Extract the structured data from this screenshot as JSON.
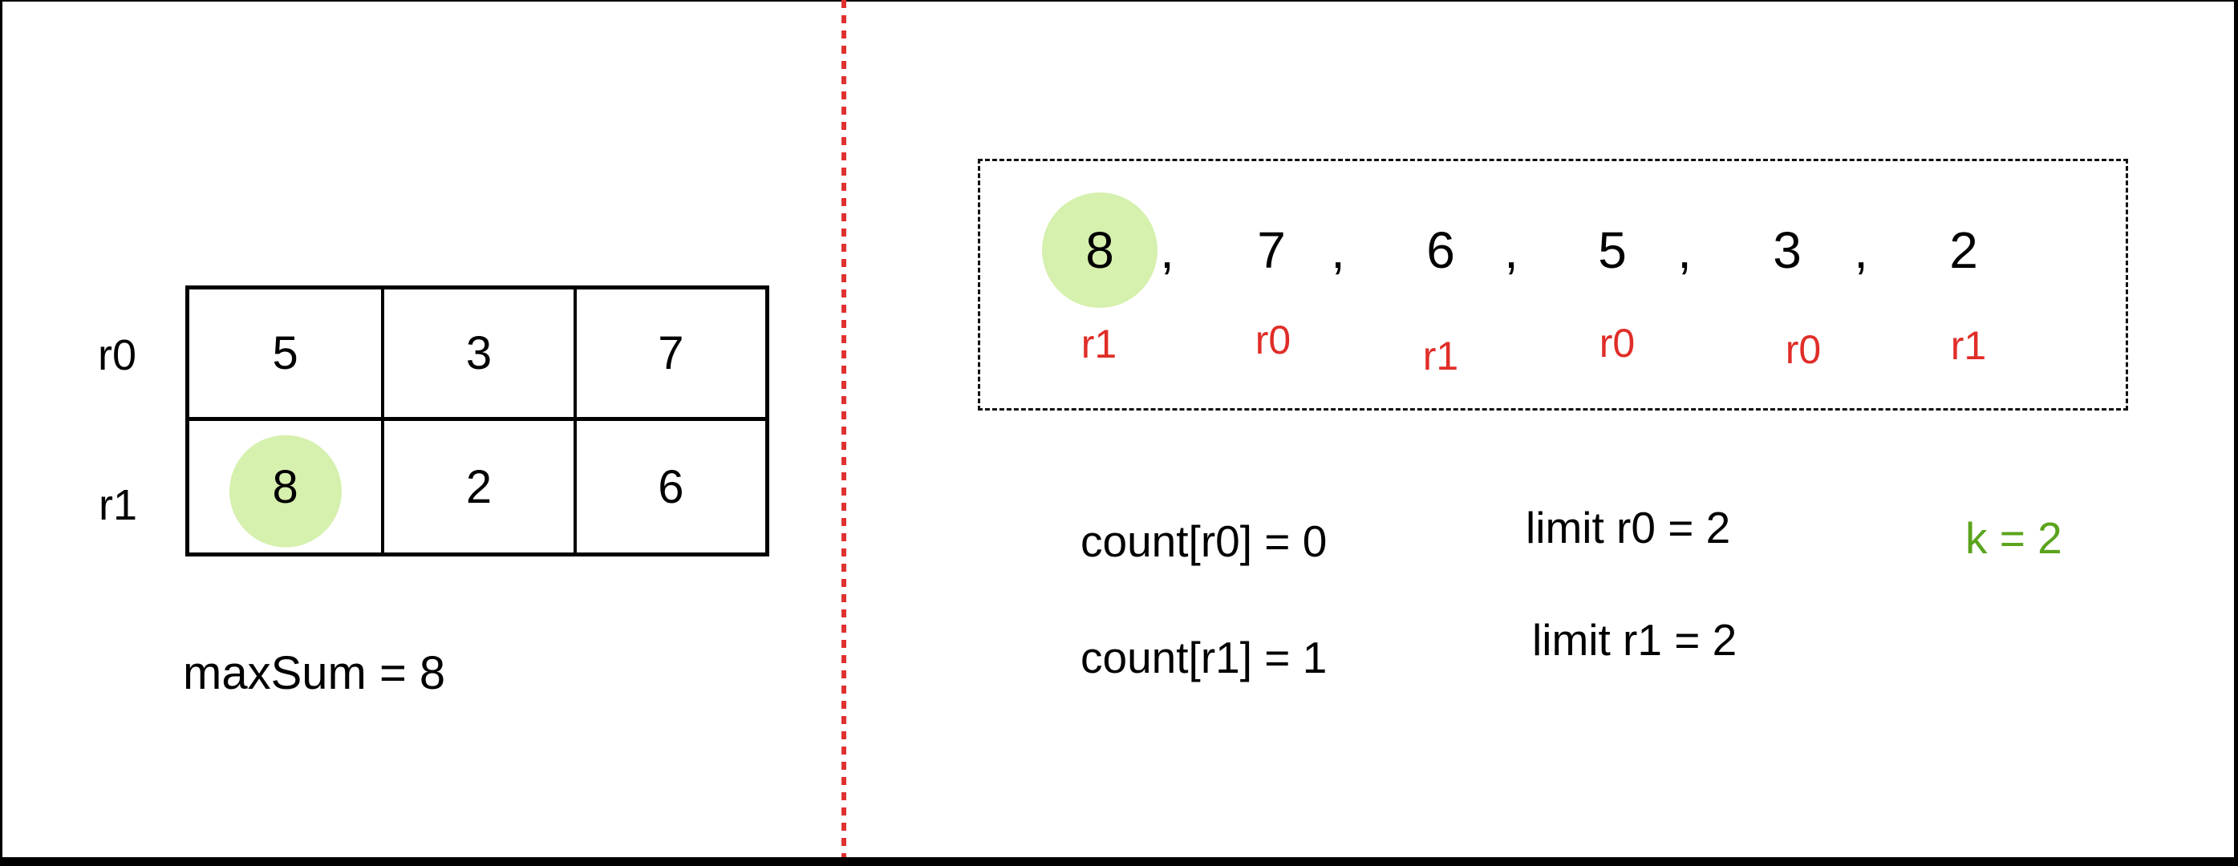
{
  "colors": {
    "highlight_green": "#d6f0ae",
    "label_red": "#e02d28",
    "k_green": "#5aa41c",
    "divider_red": "#e03131",
    "ink": "#000000"
  },
  "grid": {
    "row_labels": [
      "r0",
      "r1"
    ],
    "rows": [
      [
        "5",
        "3",
        "7"
      ],
      [
        "8",
        "2",
        "6"
      ]
    ],
    "highlighted_cell": {
      "row_label": "r1",
      "col_index": 0,
      "value": "8"
    }
  },
  "max_sum_label": "maxSum = 8",
  "sequence": {
    "values": [
      "8",
      "7",
      "6",
      "5",
      "3",
      "2"
    ],
    "separator": ",",
    "labels": [
      "r1",
      "r0",
      "r1",
      "r0",
      "r0",
      "r1"
    ],
    "highlighted_index": 0,
    "highlighted_value": "8"
  },
  "stats": {
    "count_r0": "count[r0] = 0",
    "count_r1": "count[r1] = 1",
    "limit_r0": "limit r0 = 2",
    "limit_r1": "limit r1 = 2",
    "k": "k = 2"
  }
}
